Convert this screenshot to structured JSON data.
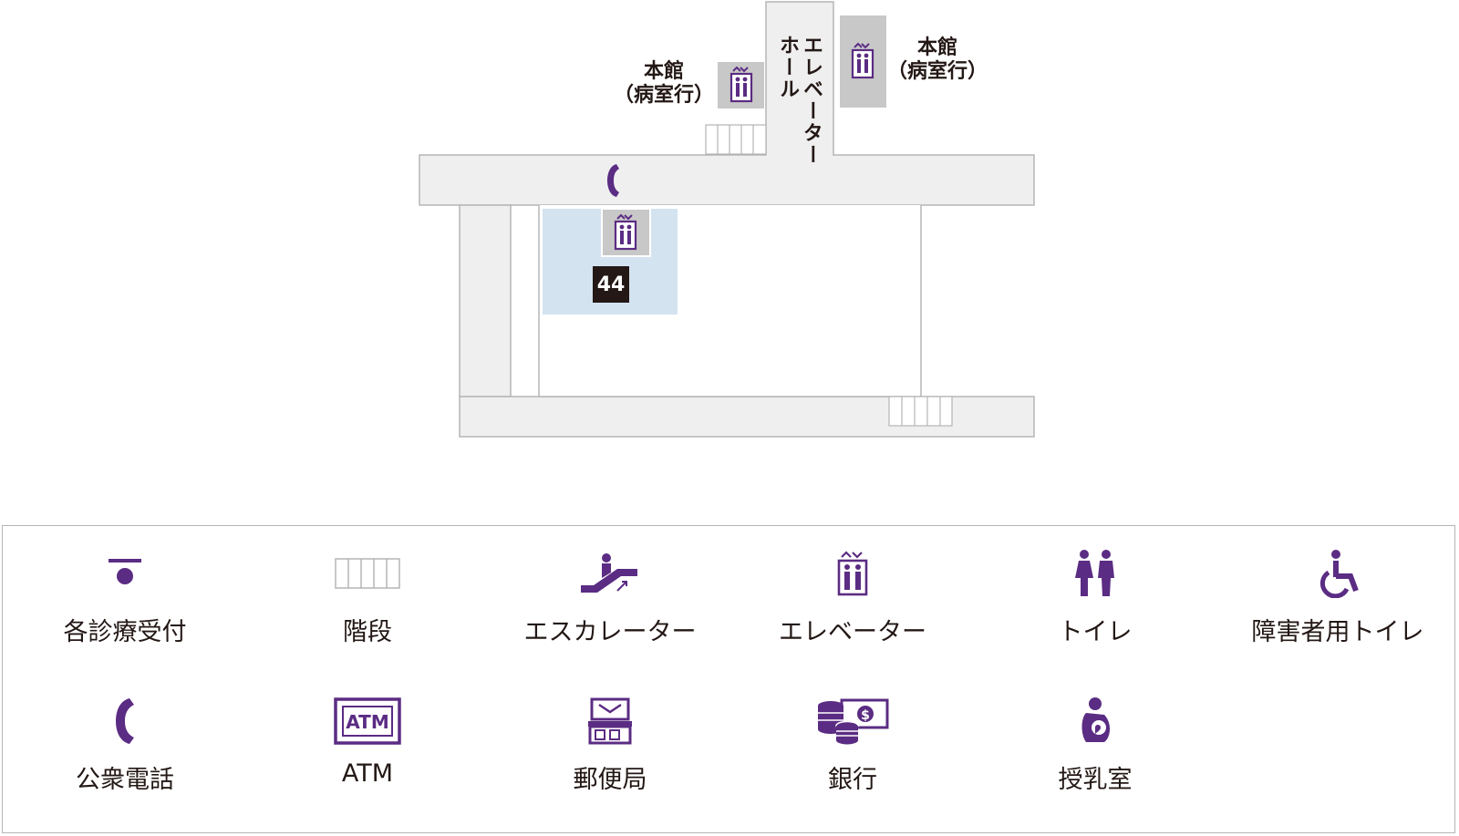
{
  "map": {
    "elevator_left_label": [
      "本館",
      "（病室行）"
    ],
    "elevator_right_label": [
      "本館",
      "（病室行）"
    ],
    "elevator_hall_label": "エレベーターホール",
    "room_number": "44"
  },
  "legend": {
    "items": [
      {
        "icon": "reception-icon",
        "label": "各診療受付"
      },
      {
        "icon": "stairs-icon",
        "label": "階段"
      },
      {
        "icon": "escalator-icon",
        "label": "エスカレーター"
      },
      {
        "icon": "elevator-icon",
        "label": "エレベーター"
      },
      {
        "icon": "restroom-icon",
        "label": "トイレ"
      },
      {
        "icon": "accessible-restroom-icon",
        "label": "障害者用トイレ"
      },
      {
        "icon": "public-phone-icon",
        "label": "公衆電話"
      },
      {
        "icon": "atm-icon",
        "label": "ATM"
      },
      {
        "icon": "post-office-icon",
        "label": "郵便局"
      },
      {
        "icon": "bank-icon",
        "label": "銀行"
      },
      {
        "icon": "nursing-room-icon",
        "label": "授乳室"
      }
    ]
  },
  "colors": {
    "icon_purple": "#5b2c83",
    "corridor": "#efefef",
    "highlight_room": "#d3e3f0",
    "elevator_gray": "#c8c8c8",
    "badge": "#231815"
  }
}
